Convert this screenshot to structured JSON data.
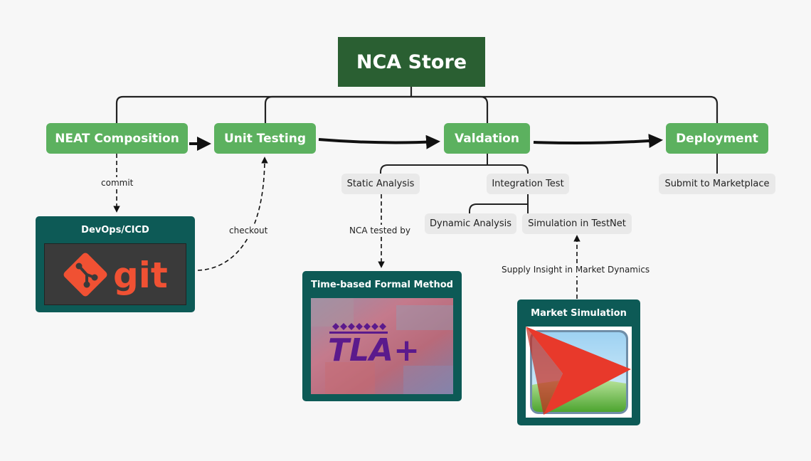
{
  "root": {
    "label": "NCA Store"
  },
  "stages": {
    "composition": "NEAT Composition",
    "unit_testing": "Unit Testing",
    "validation": "Valdation",
    "deployment": "Deployment"
  },
  "validation_children": {
    "static_analysis": "Static Analysis",
    "integration_test": "Integration Test",
    "dynamic_analysis": "Dynamic Analysis",
    "simulation_testnet": "Simulation in TestNet"
  },
  "deployment_children": {
    "submit_marketplace": "Submit to Marketplace"
  },
  "edge_labels": {
    "commit": "commit",
    "checkout": "checkout",
    "tested_by": "NCA tested by",
    "supply_insight": "Supply Insight in Market Dynamics"
  },
  "cards": {
    "devops": {
      "title": "DevOps/CICD",
      "logo_text": "git",
      "logo_color": "#f05133"
    },
    "formal_method": {
      "title": "Time-based Formal Method",
      "logo_text": "TLA+",
      "logo_color": "#5b1a8c"
    },
    "market_sim": {
      "title": "Market Simulation"
    }
  },
  "colors": {
    "root": "#2a5f32",
    "stage": "#5cb15f",
    "sub_node": "#e9e9e9",
    "card": "#0d5a56",
    "line": "#222222",
    "background": "#f7f7f7"
  }
}
